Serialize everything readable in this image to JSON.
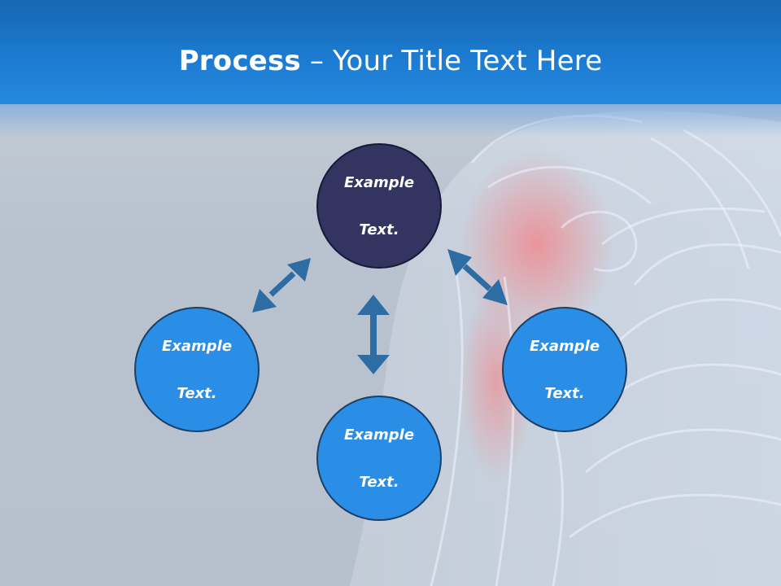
{
  "slide": {
    "title_strong": "Process",
    "title_rest": " – Your Title Text Here"
  },
  "nodes": {
    "top": {
      "line1": "Example",
      "line2": "Text."
    },
    "left": {
      "line1": "Example",
      "line2": "Text."
    },
    "bottom": {
      "line1": "Example",
      "line2": "Text."
    },
    "right": {
      "line1": "Example",
      "line2": "Text."
    }
  },
  "colors": {
    "title_bar": "#1c7bd0",
    "top_node": "#33345f",
    "nodes": "#2b8ee6",
    "arrows": "#2e6da4"
  },
  "background_image": "translucent-shoulder-skeleton-illustration"
}
